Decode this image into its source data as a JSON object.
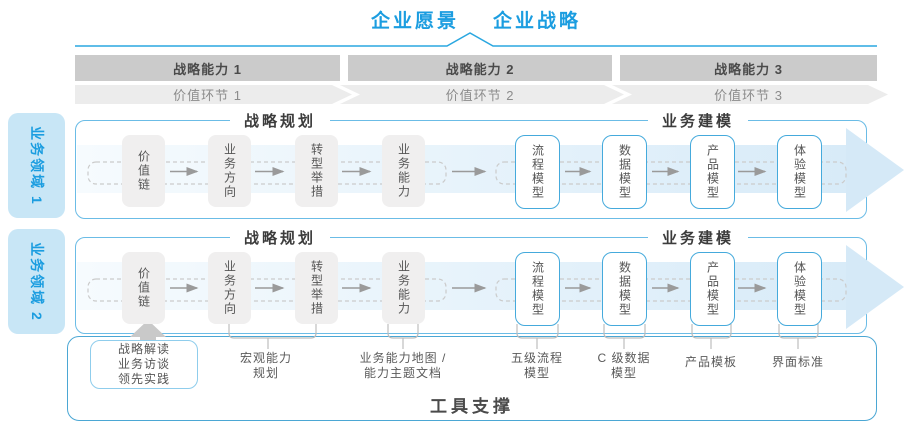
{
  "title": {
    "vision": "企业愿景",
    "strategy": "企业战略"
  },
  "capability_bars": [
    "战略能力 1",
    "战略能力 2",
    "战略能力 3"
  ],
  "value_chain_links": [
    "价值环节 1",
    "价值环节 2",
    "价值环节 3"
  ],
  "business_domains": [
    "业务领域 1",
    "业务领域 2"
  ],
  "sections": {
    "strategic_planning": "战略规划",
    "business_modeling": "业务建模"
  },
  "flow_boxes": {
    "value_chain": "价值链",
    "business_direction": "业务方向",
    "transformation_initiatives": "转型举措",
    "business_capability": "业务能力",
    "process_model": "流程模型",
    "data_model": "数据模型",
    "product_model": "产品模型",
    "experience_model": "体验模型"
  },
  "annotations": {
    "practice_box": "战略解读\n业务访谈\n领先实践",
    "macro_capability": "宏观能力\n规划",
    "capability_map": "业务能力地图 /\n能力主题文档",
    "process_levels": "五级流程\n模型",
    "data_levels": "C 级数据\n模型",
    "product_template": "产品模板",
    "ui_standard": "界面标准"
  },
  "footer": {
    "tool_support": "工具支撑"
  },
  "colors": {
    "accent_blue": "#1B9DE0",
    "line_blue": "#2AA7E0",
    "panel_border": "#6BBCE6",
    "box_border": "#45AADC",
    "bar_gray": "#CBCBCB",
    "chevron_gray": "#ECECEC",
    "band_blue": "#D8EBF8",
    "big_arrow_blue": "#D5E9F7"
  }
}
